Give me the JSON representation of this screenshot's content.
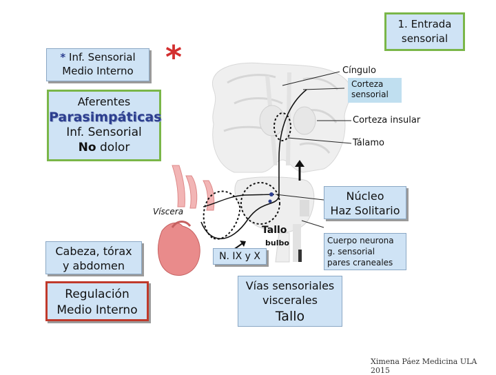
{
  "entrada": {
    "line1": "1. Entrada",
    "line2": "sensorial"
  },
  "inf_box": {
    "star": "*",
    "line1": "Inf. Sensorial",
    "line2": "Medio Interno"
  },
  "big_star": "*",
  "aferentes": {
    "line1": "Aferentes",
    "line2": "Parasimpáticas",
    "line3": "Inf. Sensorial",
    "line4_bold": "No",
    "line4_rest": " dolor"
  },
  "labels": {
    "cingulo": "Cíngulo",
    "corteza_sensorial_1": "Corteza",
    "corteza_sensorial_2": "sensorial",
    "corteza_insular": "Corteza insular",
    "talamo": "Tálamo",
    "viscera": "Víscera",
    "tallo": "Tallo",
    "bulbo": "bulbo"
  },
  "nucleo": {
    "line1": "Núcleo",
    "line2": "Haz Solitario"
  },
  "nervios": "N. IX y X",
  "cuerpo": {
    "line1": "Cuerpo neurona",
    "line2": "g. sensorial",
    "line3": "pares craneales"
  },
  "cabeza": {
    "line1": "Cabeza, tórax",
    "line2": "y abdomen"
  },
  "regulacion": {
    "line1": "Regulación",
    "line2": "Medio Interno"
  },
  "vias": {
    "line1": "Vías sensoriales",
    "line2": "viscerales",
    "line3": "Tallo"
  },
  "credit": "Ximena Páez Medicina ULA 2015",
  "colors": {
    "accent_blue": "#2c3e8f",
    "star_red": "#d32f2f",
    "box_fill": "#cfe3f5",
    "green_border": "#7ab648",
    "red_border": "#c0392b"
  }
}
